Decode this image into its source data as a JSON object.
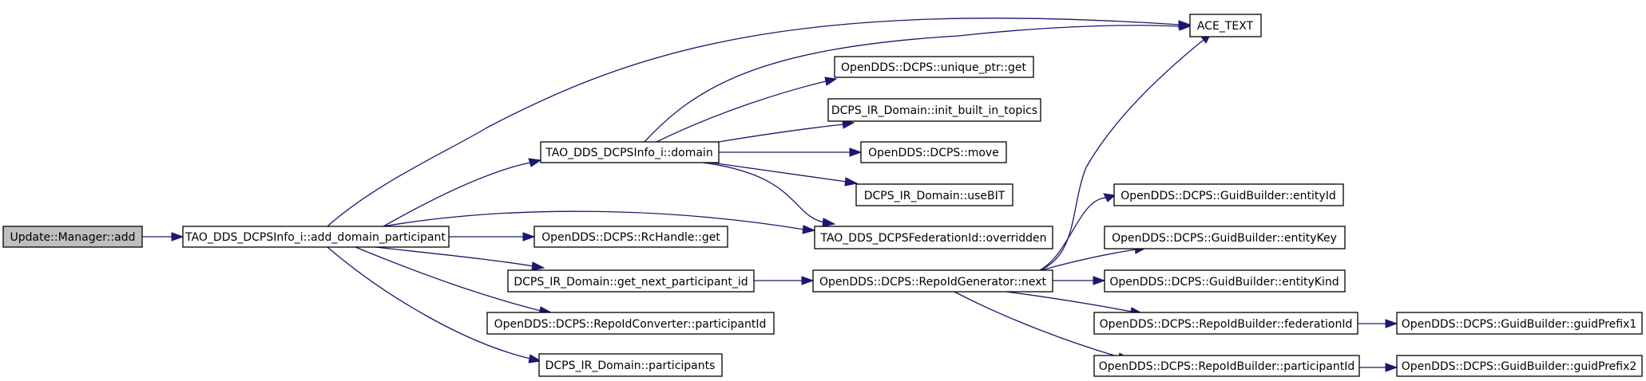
{
  "colors": {
    "edge": "#191970",
    "root_fill": "#bfbfbf",
    "node_fill": "#ffffff",
    "node_border": "#000000"
  },
  "nodes": {
    "root": "Update::Manager::add",
    "add_domain_participant": "TAO_DDS_DCPSInfo_i::add_domain_participant",
    "domain": "TAO_DDS_DCPSInfo_i::domain",
    "ace_text": "ACE_TEXT",
    "unique_ptr_get": "OpenDDS::DCPS::unique_ptr::get",
    "init_built_in_topics": "DCPS_IR_Domain::init_built_in_topics",
    "move": "OpenDDS::DCPS::move",
    "usebit": "DCPS_IR_Domain::useBIT",
    "overridden": "TAO_DDS_DCPSFederationId::overridden",
    "rchandle_get": "OpenDDS::DCPS::RcHandle::get",
    "get_next_participant_id": "DCPS_IR_Domain::get_next_participant_id",
    "participantid_converter": "OpenDDS::DCPS::RepoIdConverter::participantId",
    "participants": "DCPS_IR_Domain::participants",
    "repoid_generator_next": "OpenDDS::DCPS::RepoIdGenerator::next",
    "entityid": "OpenDDS::DCPS::GuidBuilder::entityId",
    "entitykey": "OpenDDS::DCPS::GuidBuilder::entityKey",
    "entitykind": "OpenDDS::DCPS::GuidBuilder::entityKind",
    "federationid": "OpenDDS::DCPS::RepoIdBuilder::federationId",
    "participantid_builder": "OpenDDS::DCPS::RepoIdBuilder::participantId",
    "guidprefix1": "OpenDDS::DCPS::GuidBuilder::guidPrefix1",
    "guidprefix2": "OpenDDS::DCPS::GuidBuilder::guidPrefix2"
  }
}
